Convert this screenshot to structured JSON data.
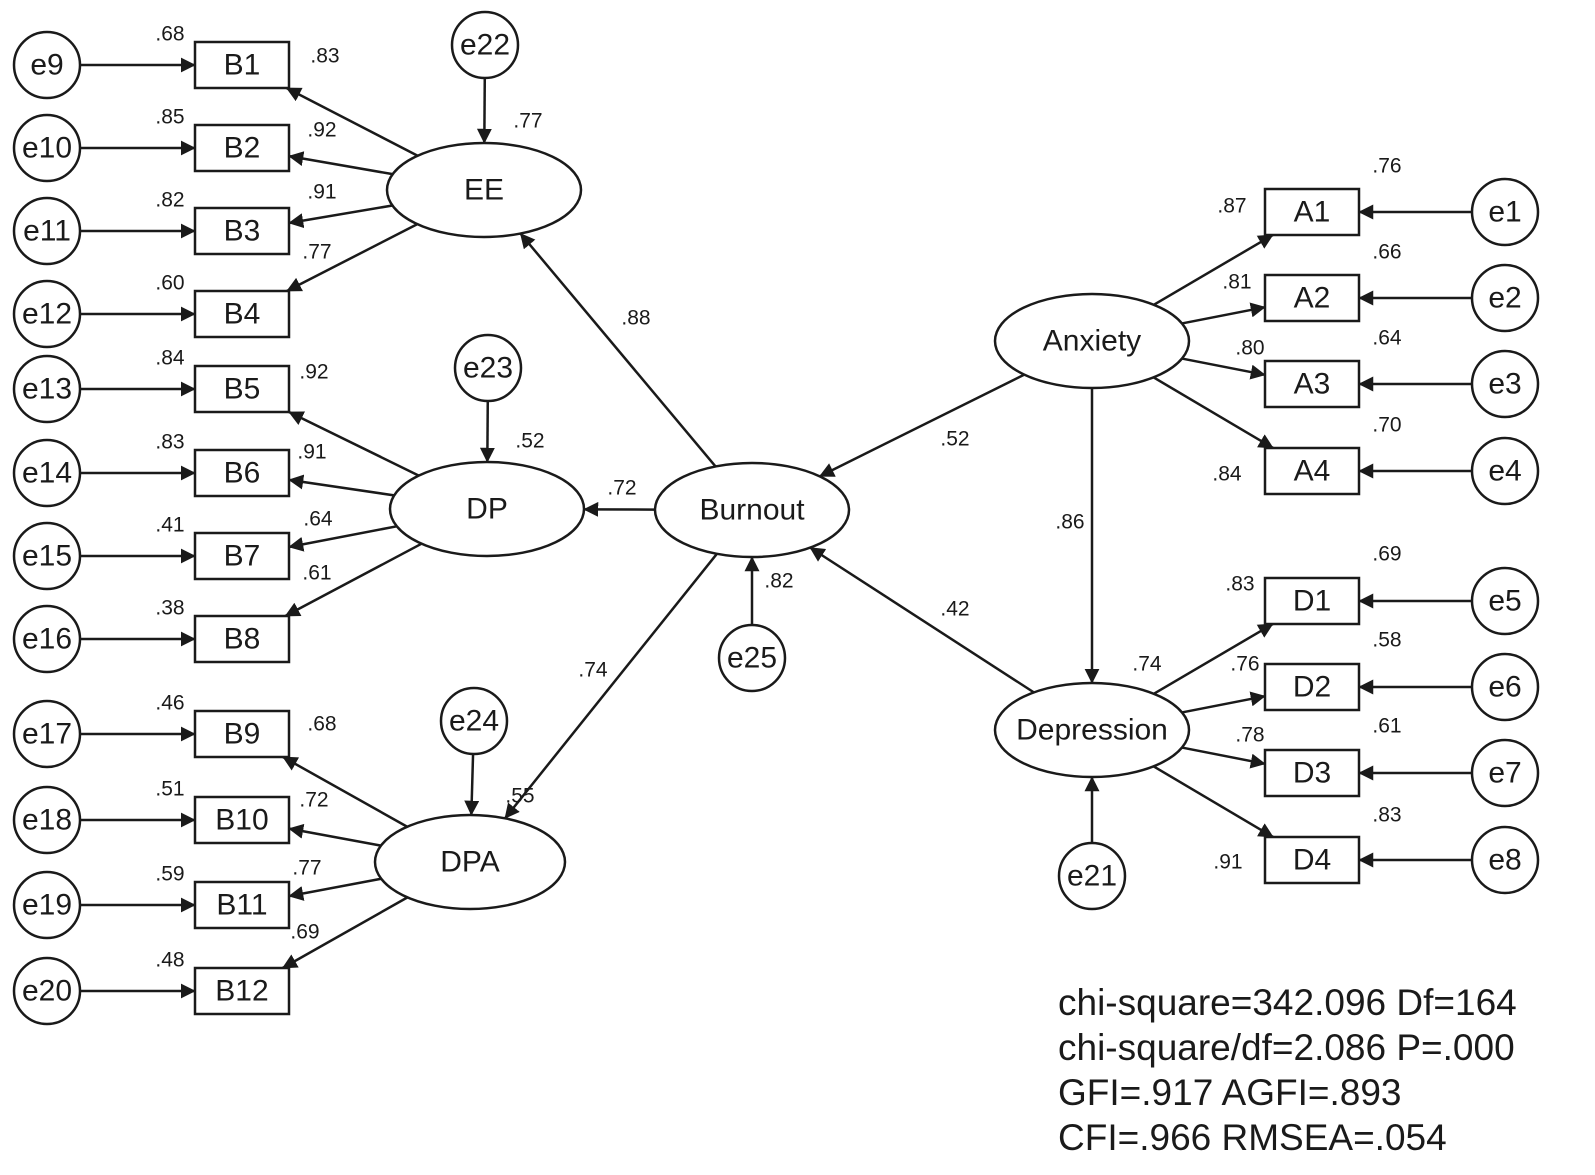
{
  "nodes": {
    "e9": "e9",
    "e10": "e10",
    "e11": "e11",
    "e12": "e12",
    "e13": "e13",
    "e14": "e14",
    "e15": "e15",
    "e16": "e16",
    "e17": "e17",
    "e18": "e18",
    "e19": "e19",
    "e20": "e20",
    "e22": "e22",
    "e23": "e23",
    "e24": "e24",
    "e25": "e25",
    "e1": "e1",
    "e2": "e2",
    "e3": "e3",
    "e4": "e4",
    "e5": "e5",
    "e6": "e6",
    "e7": "e7",
    "e8": "e8",
    "e21": "e21",
    "B1": "B1",
    "B2": "B2",
    "B3": "B3",
    "B4": "B4",
    "B5": "B5",
    "B6": "B6",
    "B7": "B7",
    "B8": "B8",
    "B9": "B9",
    "B10": "B10",
    "B11": "B11",
    "B12": "B12",
    "A1": "A1",
    "A2": "A2",
    "A3": "A3",
    "A4": "A4",
    "D1": "D1",
    "D2": "D2",
    "D3": "D3",
    "D4": "D4",
    "EE": "EE",
    "DP": "DP",
    "DPA": "DPA",
    "Burnout": "Burnout",
    "Anxiety": "Anxiety",
    "Depression": "Depression"
  },
  "coefficients": {
    "r2_B1": ".68",
    "r2_B2": ".85",
    "r2_B3": ".82",
    "r2_B4": ".60",
    "r2_B5": ".84",
    "r2_B6": ".83",
    "r2_B7": ".41",
    "r2_B8": ".38",
    "r2_B9": ".46",
    "r2_B10": ".51",
    "r2_B11": ".59",
    "r2_B12": ".48",
    "load_B1": ".83",
    "load_B2": ".92",
    "load_B3": ".91",
    "load_B4": ".77",
    "load_B5": ".92",
    "load_B6": ".91",
    "load_B7": ".64",
    "load_B8": ".61",
    "load_B9": ".68",
    "load_B10": ".72",
    "load_B11": ".77",
    "load_B12": ".69",
    "r2_EE": ".77",
    "r2_DP": ".52",
    "r2_DPA": ".55",
    "r2_Burnout": ".82",
    "r2_Depression": ".74",
    "path_Burnout_EE": ".88",
    "path_Burnout_DP": ".72",
    "path_Burnout_DPA": ".74",
    "path_Anxiety_Burnout": ".52",
    "path_Depression_Burnout": ".42",
    "path_Anxiety_Depression": ".86",
    "r2_A1": ".76",
    "r2_A2": ".66",
    "r2_A3": ".64",
    "r2_A4": ".70",
    "load_A1": ".87",
    "load_A2": ".81",
    "load_A3": ".80",
    "load_A4": ".84",
    "r2_D1": ".69",
    "r2_D2": ".58",
    "r2_D3": ".61",
    "r2_D4": ".83",
    "load_D1": ".83",
    "load_D2": ".76",
    "load_D3": ".78",
    "load_D4": ".91"
  },
  "fit_stats": [
    "chi-square=342.096 Df=164",
    "chi-square/df=2.086 P=.000",
    "GFI=.917 AGFI=.893",
    "CFI=.966 RMSEA=.054"
  ]
}
